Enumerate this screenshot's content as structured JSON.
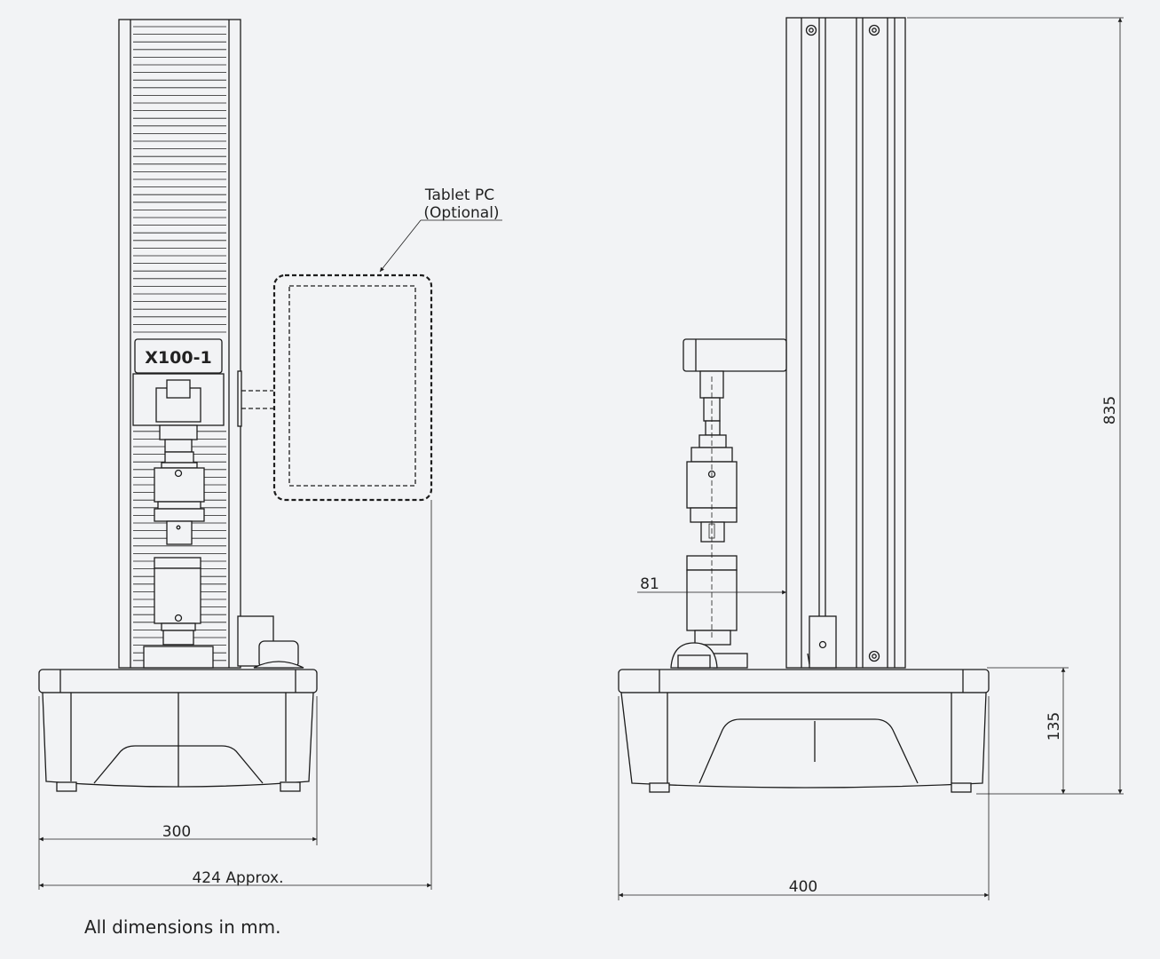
{
  "front_view": {
    "model_label": "X100-1",
    "tablet_label_line1": "Tablet PC",
    "tablet_label_line2": "(Optional)",
    "dim_base_width": "300",
    "dim_overall_width": "424 Approx."
  },
  "side_view": {
    "dim_crosshead_offset": "81",
    "dim_total_height": "835",
    "dim_base_height": "135",
    "dim_base_depth": "400"
  },
  "note": "All dimensions in mm."
}
